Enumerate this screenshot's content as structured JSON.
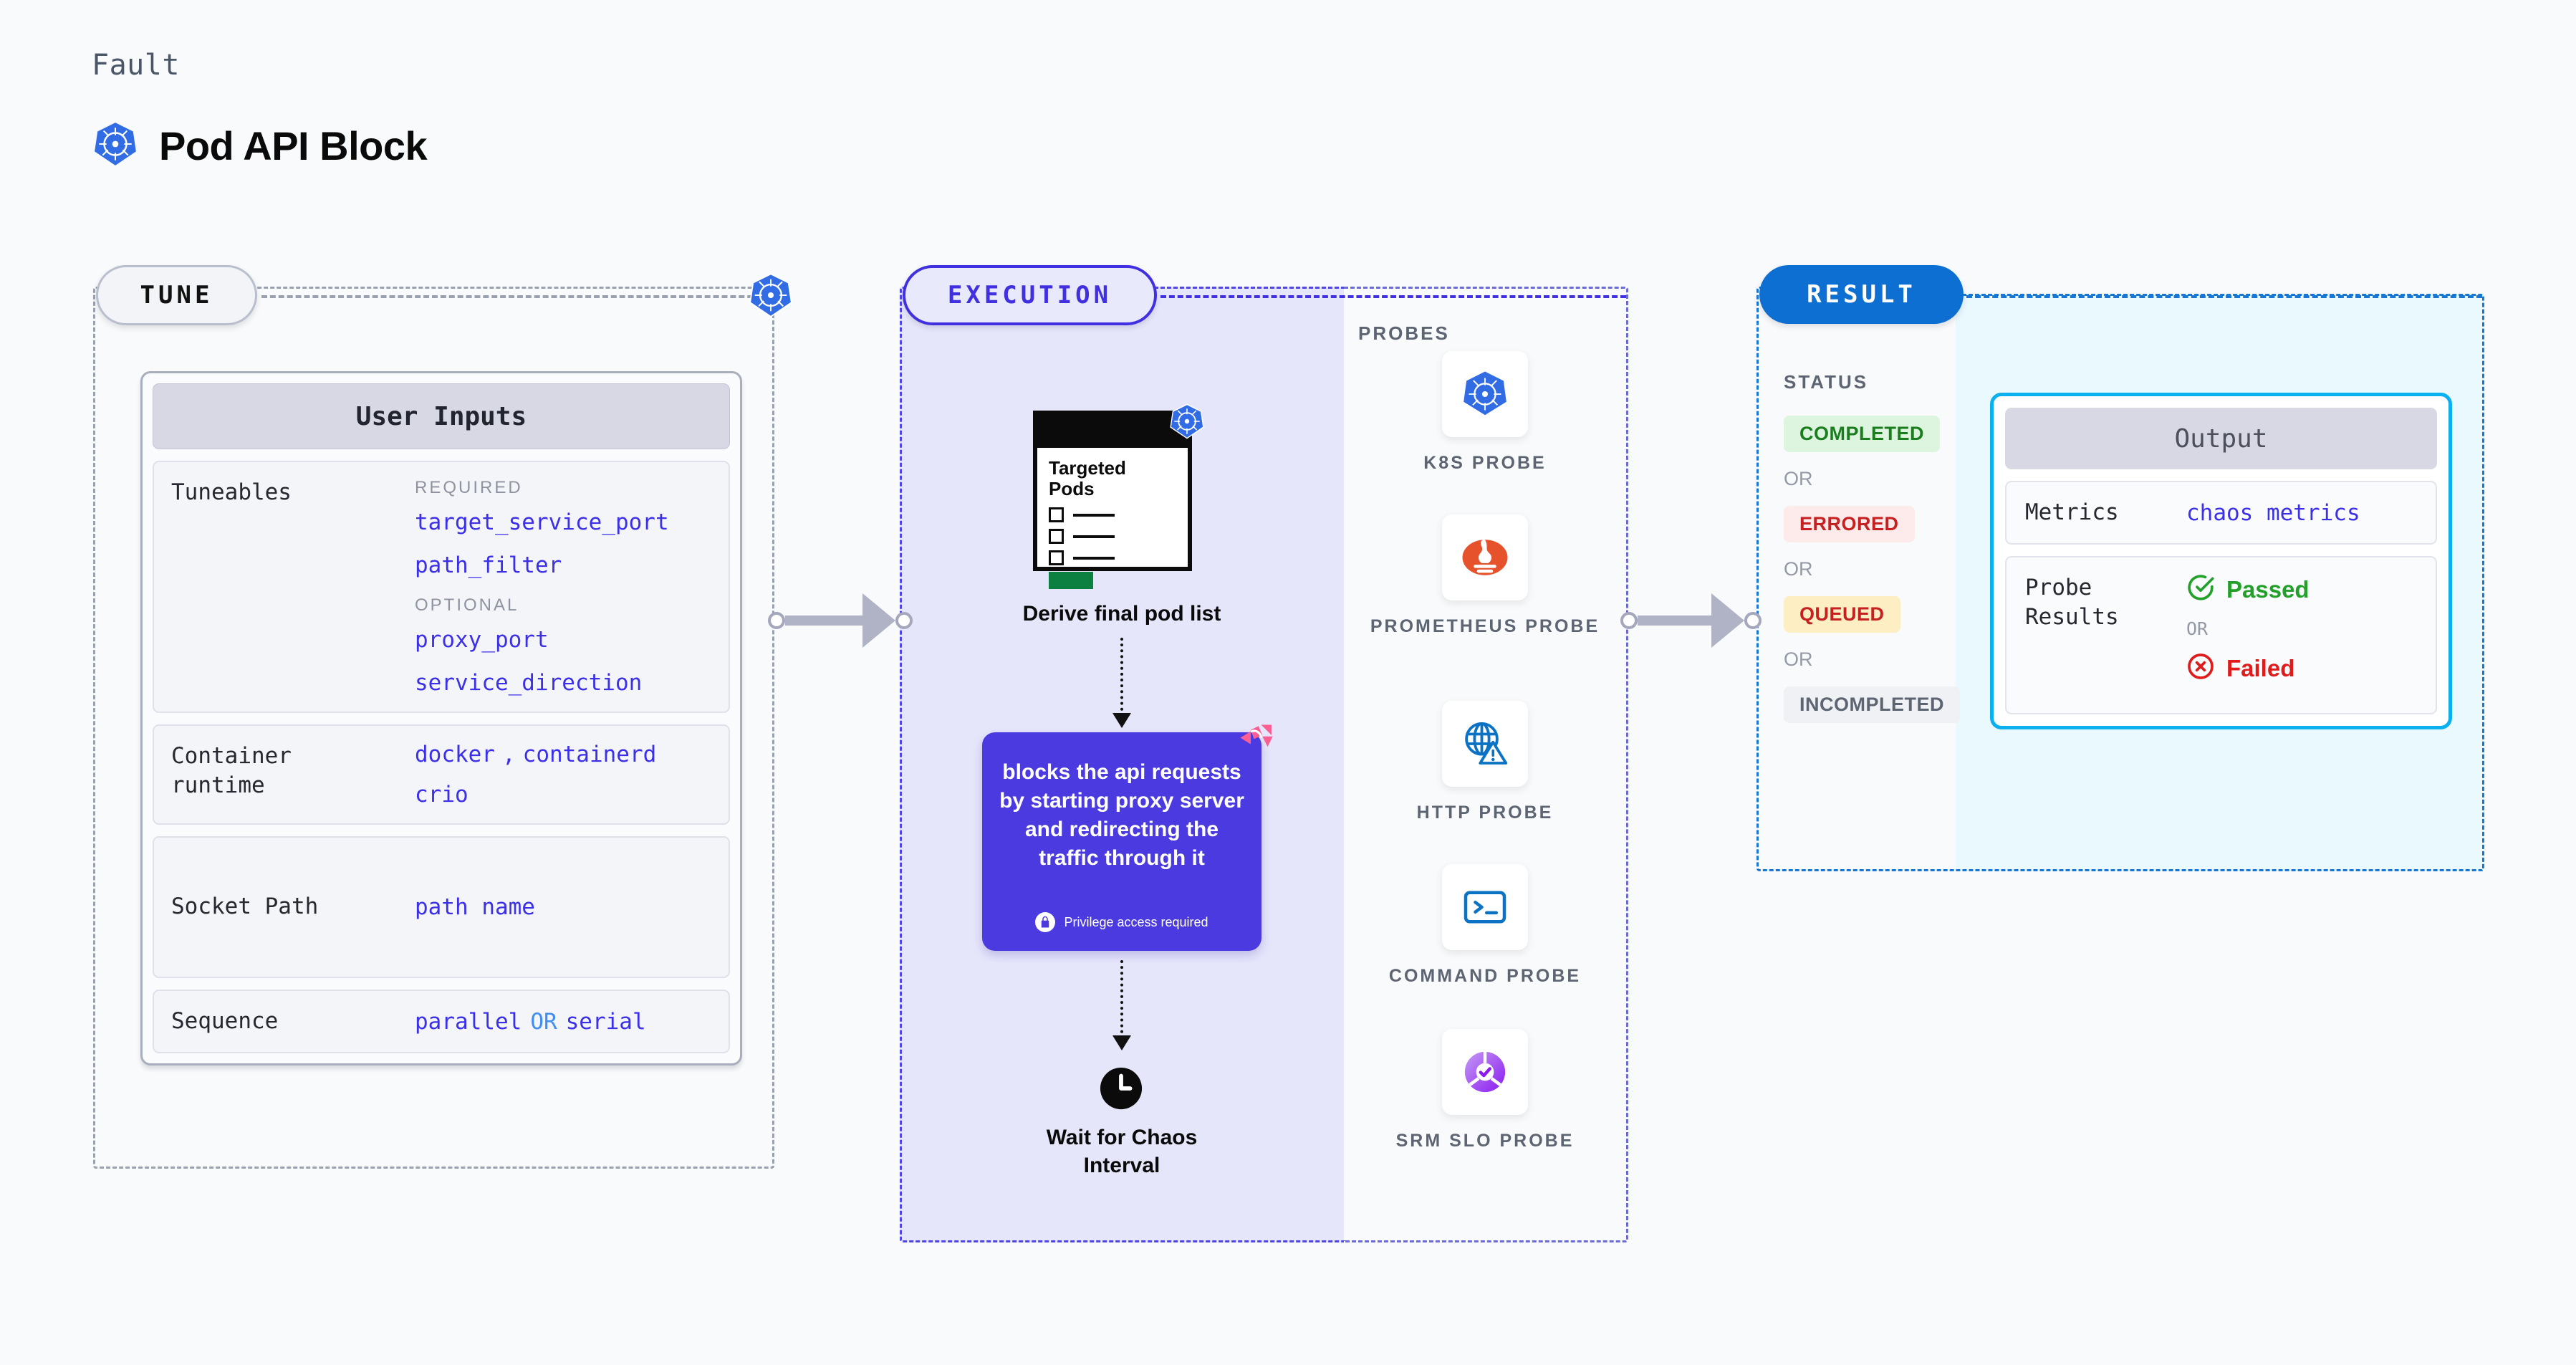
{
  "header": {
    "kicker": "Fault",
    "title": "Pod API Block",
    "icon": "kubernetes-icon"
  },
  "stages": {
    "tune": {
      "label": "TUNE"
    },
    "execution": {
      "label": "EXECUTION"
    },
    "result": {
      "label": "RESULT"
    }
  },
  "tune": {
    "card_title": "User Inputs",
    "sections": [
      {
        "key": "Tuneables",
        "groups": [
          {
            "label": "REQUIRED",
            "items": [
              "target_service_port",
              "path_filter"
            ]
          },
          {
            "label": "OPTIONAL",
            "items": [
              "proxy_port",
              "service_direction"
            ]
          }
        ]
      },
      {
        "key": "Container runtime",
        "values": [
          "docker",
          "containerd",
          "crio"
        ],
        "separator": ","
      },
      {
        "key": "Socket Path",
        "values": [
          "path name"
        ]
      },
      {
        "key": "Sequence",
        "values": [
          "parallel",
          "serial"
        ],
        "separator": "OR"
      }
    ]
  },
  "execution": {
    "pods_card": {
      "title_line1": "Targeted",
      "title_line2": "Pods",
      "rows": 3,
      "icon": "kubernetes-icon"
    },
    "derive_label": "Derive final pod list",
    "action": {
      "text": "blocks the api requests by starting proxy server and redirecting the traffic through it",
      "privilege_note": "Privilege access required",
      "badge_icon": "litmus-icon",
      "lock_icon": "lock-icon",
      "color": "#4a3ae0"
    },
    "wait": {
      "label_line1": "Wait for Chaos",
      "label_line2": "Interval",
      "icon": "clock-icon"
    }
  },
  "probes": {
    "title": "PROBES",
    "items": [
      {
        "name": "K8S  PROBE",
        "icon": "kubernetes-icon"
      },
      {
        "name": "PROMETHEUS PROBE",
        "icon": "prometheus-icon"
      },
      {
        "name": "HTTP  PROBE",
        "icon": "globe-warning-icon"
      },
      {
        "name": "COMMAND PROBE",
        "icon": "terminal-icon"
      },
      {
        "name": "SRM  SLO PROBE",
        "icon": "srm-slo-icon"
      }
    ]
  },
  "result": {
    "status_title": "STATUS",
    "or_label": "OR",
    "statuses": [
      {
        "label": "COMPLETED",
        "bg": "#ddf4de",
        "fg": "#1a7e1f"
      },
      {
        "label": "ERRORED",
        "bg": "#fdeaea",
        "fg": "#c62020"
      },
      {
        "label": "QUEUED",
        "bg": "#fdeec4",
        "fg": "#c62020"
      },
      {
        "label": "INCOMPLETED",
        "bg": "#f0f1f5",
        "fg": "#5d6472"
      }
    ]
  },
  "output": {
    "card_title": "Output",
    "metrics": {
      "key": "Metrics",
      "value": "chaos metrics"
    },
    "probe_results": {
      "key": "Probe Results",
      "passed": "Passed",
      "failed": "Failed",
      "or_label": "OR",
      "passed_icon": "check-circle-icon",
      "failed_icon": "x-circle-icon",
      "passed_color": "#22a02a",
      "failed_color": "#e01b1b"
    }
  }
}
